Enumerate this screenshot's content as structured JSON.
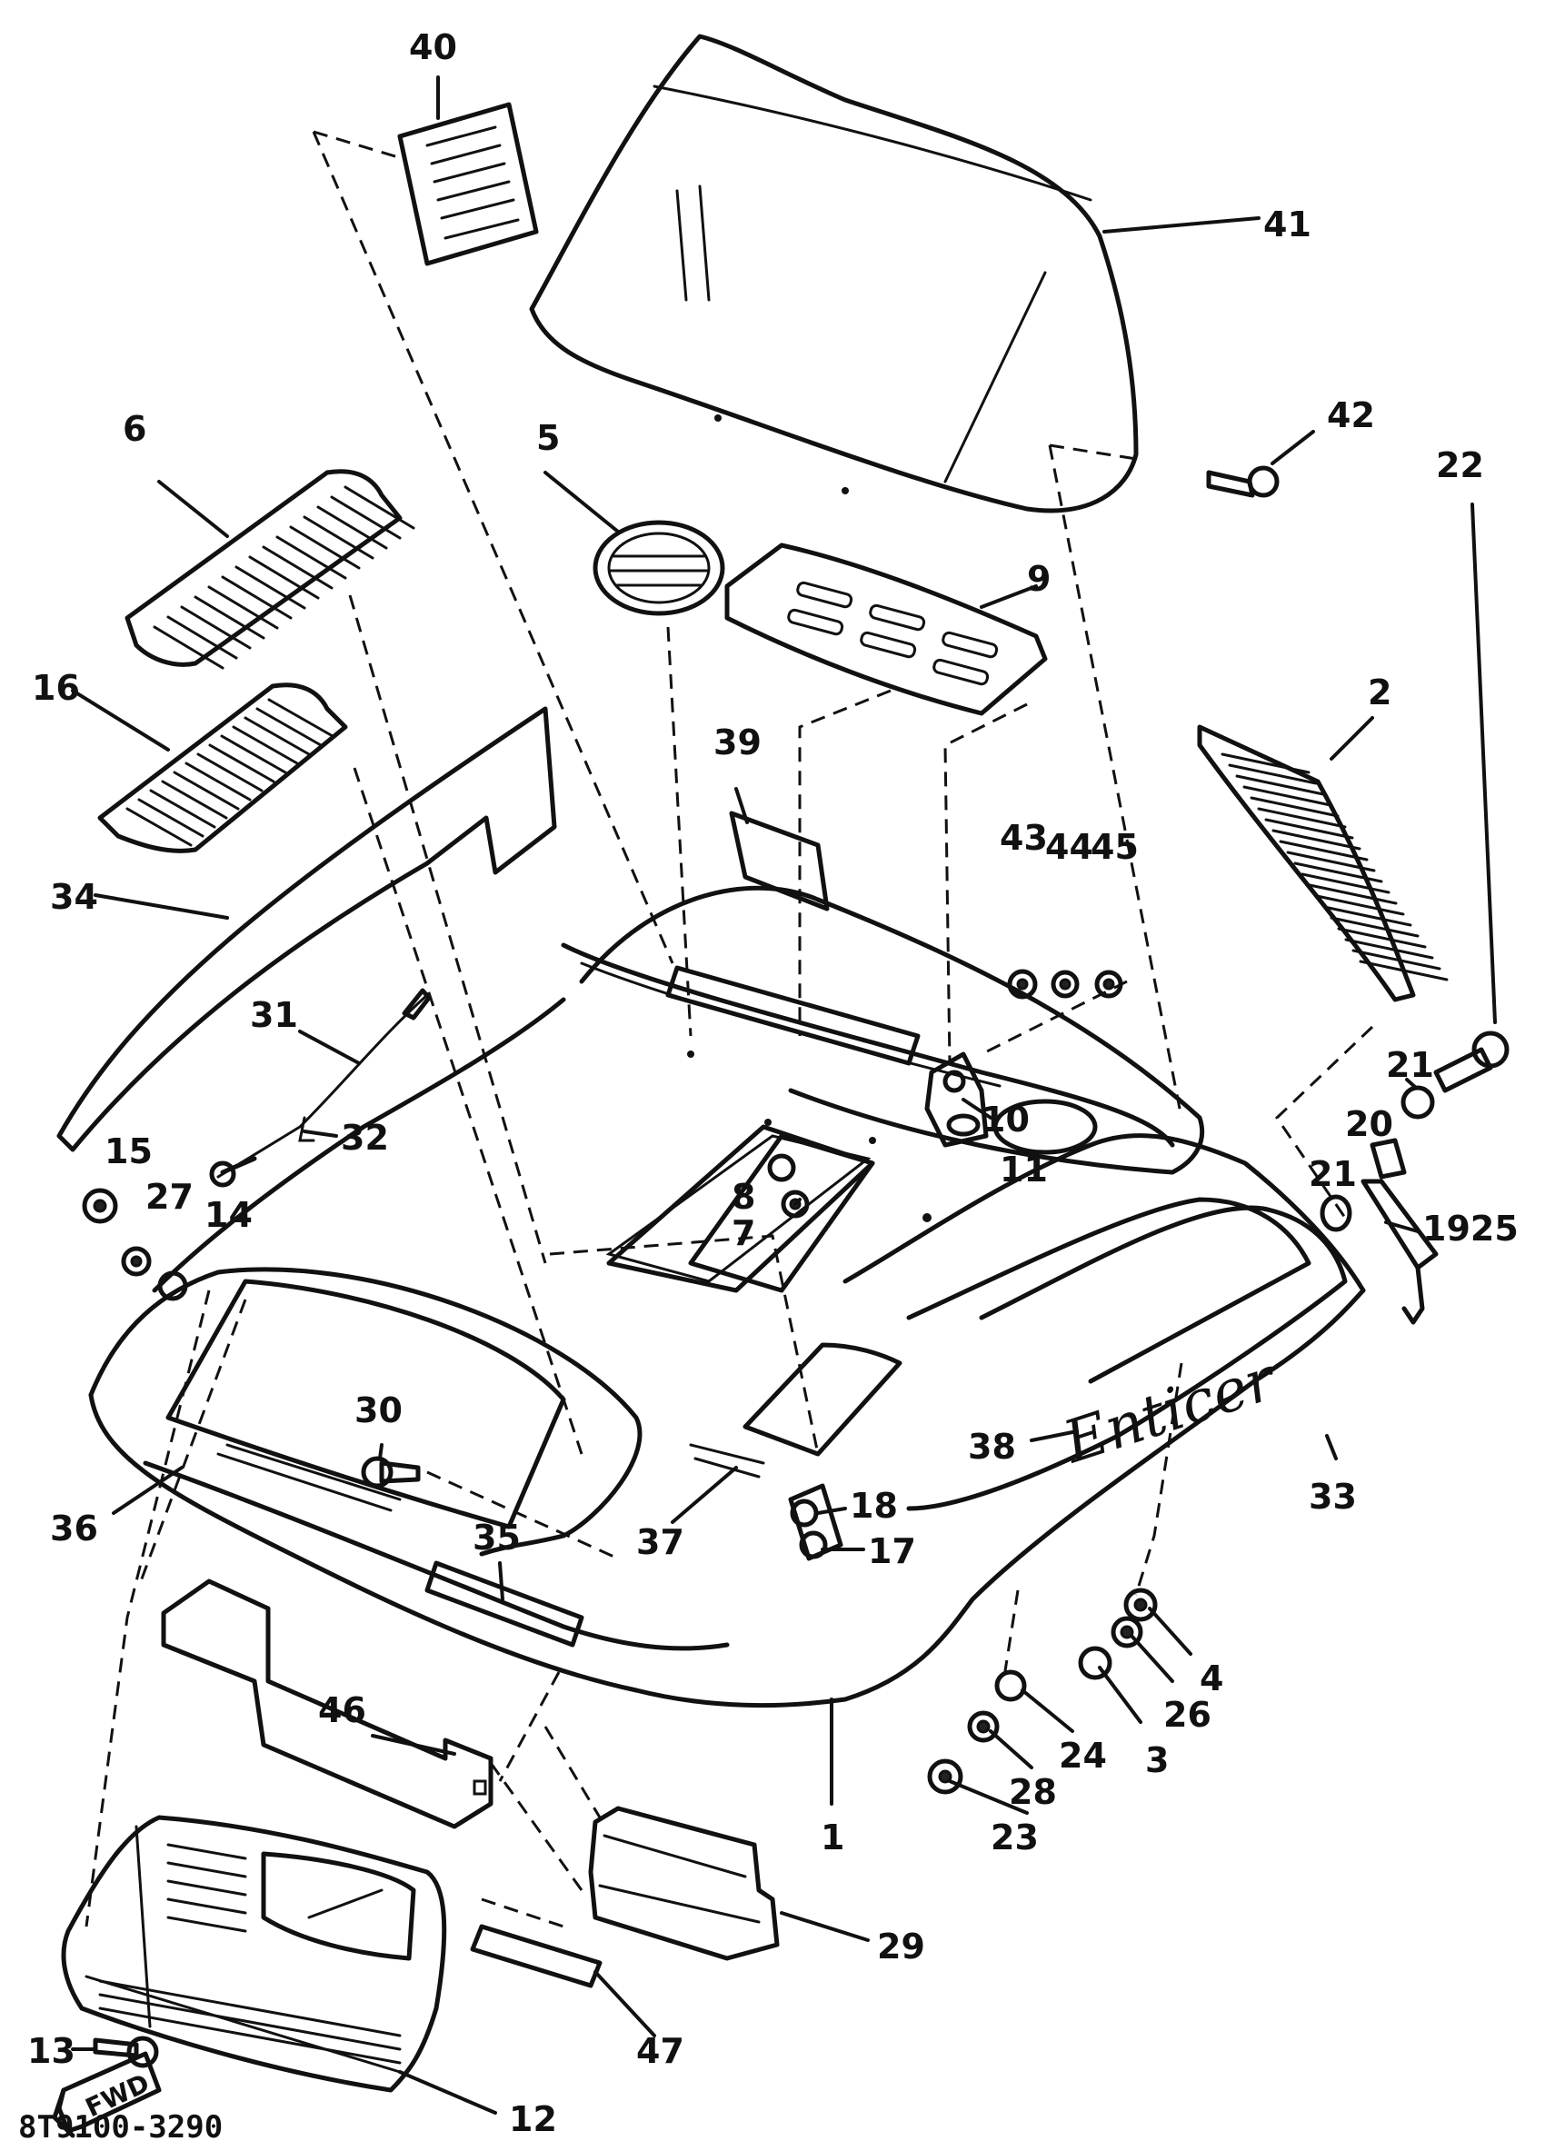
{
  "diagram_ref": "8T9100-3290",
  "fwd_label": "FWD",
  "model_script": "Enticer",
  "callouts": [
    {
      "id": "c40",
      "label": "40"
    },
    {
      "id": "c41",
      "label": "41"
    },
    {
      "id": "c42",
      "label": "42"
    },
    {
      "id": "c6",
      "label": "6"
    },
    {
      "id": "c5",
      "label": "5"
    },
    {
      "id": "c9",
      "label": "9"
    },
    {
      "id": "c2",
      "label": "2"
    },
    {
      "id": "c16",
      "label": "16"
    },
    {
      "id": "c39",
      "label": "39"
    },
    {
      "id": "c43",
      "label": "43"
    },
    {
      "id": "c44",
      "label": "44"
    },
    {
      "id": "c45",
      "label": "45"
    },
    {
      "id": "c22",
      "label": "22"
    },
    {
      "id": "c34",
      "label": "34"
    },
    {
      "id": "c31",
      "label": "31"
    },
    {
      "id": "c32",
      "label": "32"
    },
    {
      "id": "c21a",
      "label": "21"
    },
    {
      "id": "c20",
      "label": "20"
    },
    {
      "id": "c10",
      "label": "10"
    },
    {
      "id": "c11",
      "label": "11"
    },
    {
      "id": "c21b",
      "label": "21"
    },
    {
      "id": "c15",
      "label": "15"
    },
    {
      "id": "c27",
      "label": "27"
    },
    {
      "id": "c14",
      "label": "14"
    },
    {
      "id": "c8",
      "label": "8"
    },
    {
      "id": "c7",
      "label": "7"
    },
    {
      "id": "c1925",
      "label": "1925"
    },
    {
      "id": "c30",
      "label": "30"
    },
    {
      "id": "c38",
      "label": "38"
    },
    {
      "id": "c33",
      "label": "33"
    },
    {
      "id": "c35",
      "label": "35"
    },
    {
      "id": "c18",
      "label": "18"
    },
    {
      "id": "c36",
      "label": "36"
    },
    {
      "id": "c37",
      "label": "37"
    },
    {
      "id": "c17",
      "label": "17"
    },
    {
      "id": "c4",
      "label": "4"
    },
    {
      "id": "c46",
      "label": "46"
    },
    {
      "id": "c26",
      "label": "26"
    },
    {
      "id": "c24",
      "label": "24"
    },
    {
      "id": "c3",
      "label": "3"
    },
    {
      "id": "c28",
      "label": "28"
    },
    {
      "id": "c1",
      "label": "1"
    },
    {
      "id": "c23",
      "label": "23"
    },
    {
      "id": "c29",
      "label": "29"
    },
    {
      "id": "c13",
      "label": "13"
    },
    {
      "id": "c12",
      "label": "12"
    },
    {
      "id": "c47",
      "label": "47"
    }
  ]
}
